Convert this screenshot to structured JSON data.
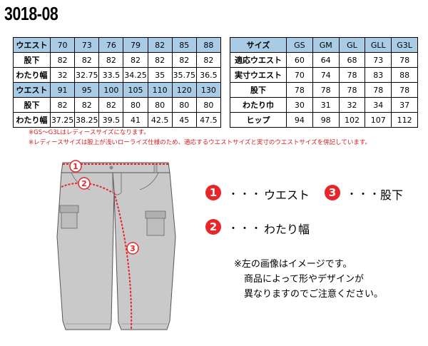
{
  "product_code": "3018-08",
  "mens_table": {
    "rows": [
      {
        "label": "ウエスト",
        "header": true,
        "values": [
          "70",
          "73",
          "76",
          "79",
          "82",
          "85",
          "88"
        ]
      },
      {
        "label": "股下",
        "header": false,
        "values": [
          "82",
          "82",
          "82",
          "82",
          "82",
          "82",
          "82"
        ]
      },
      {
        "label": "わたり幅",
        "header": false,
        "values": [
          "32",
          "32.75",
          "33.5",
          "34.25",
          "35",
          "35.75",
          "36.5"
        ]
      },
      {
        "label": "ウエスト",
        "header": true,
        "values": [
          "91",
          "95",
          "100",
          "105",
          "110",
          "120",
          "130"
        ]
      },
      {
        "label": "股下",
        "header": false,
        "values": [
          "82",
          "82",
          "82",
          "80",
          "80",
          "80",
          "80"
        ]
      },
      {
        "label": "わたり幅",
        "header": false,
        "values": [
          "37.25",
          "38.25",
          "39.5",
          "41",
          "42.5",
          "45",
          "47.5"
        ]
      }
    ]
  },
  "ladies_table": {
    "rows": [
      {
        "label": "サイズ",
        "header": true,
        "values": [
          "GS",
          "GM",
          "GL",
          "GLL",
          "G3L"
        ]
      },
      {
        "label": "適応ウエスト",
        "header": false,
        "values": [
          "60",
          "64",
          "68",
          "73",
          "78"
        ]
      },
      {
        "label": "実寸ウエスト",
        "header": false,
        "values": [
          "70",
          "74",
          "78",
          "83",
          "88"
        ]
      },
      {
        "label": "股下",
        "header": false,
        "values": [
          "78",
          "78",
          "78",
          "78",
          "78"
        ]
      },
      {
        "label": "わたり巾",
        "header": false,
        "values": [
          "30",
          "31",
          "32",
          "34",
          "37"
        ]
      },
      {
        "label": "ヒップ",
        "header": false,
        "values": [
          "94",
          "98",
          "102",
          "107",
          "112"
        ]
      }
    ]
  },
  "notes": [
    "※GS～G3Lはレディースサイズになります。",
    "※レディースサイズは股上が浅いローライズ仕様のため、適応するウエストサイズと実寸のウエストサイズを併記しています。"
  ],
  "diagram_markers": [
    "1",
    "2",
    "3"
  ],
  "legend": [
    {
      "num": "1",
      "dots": "・・・",
      "text": "ウエスト"
    },
    {
      "num": "3",
      "dots": "・・・",
      "text": "股下"
    },
    {
      "num": "2",
      "dots": "・・・",
      "text": "わたり幅"
    }
  ],
  "disclaimer": [
    "※左の画像はイメージです。",
    "商品によって形やデザインが",
    "異なりますのでご注意ください。"
  ],
  "colors": {
    "header_bg": "#a9cce6",
    "accent_red": "#e8262a",
    "note_red": "#d21e1e",
    "pants_gray": "#c9c9c9"
  }
}
